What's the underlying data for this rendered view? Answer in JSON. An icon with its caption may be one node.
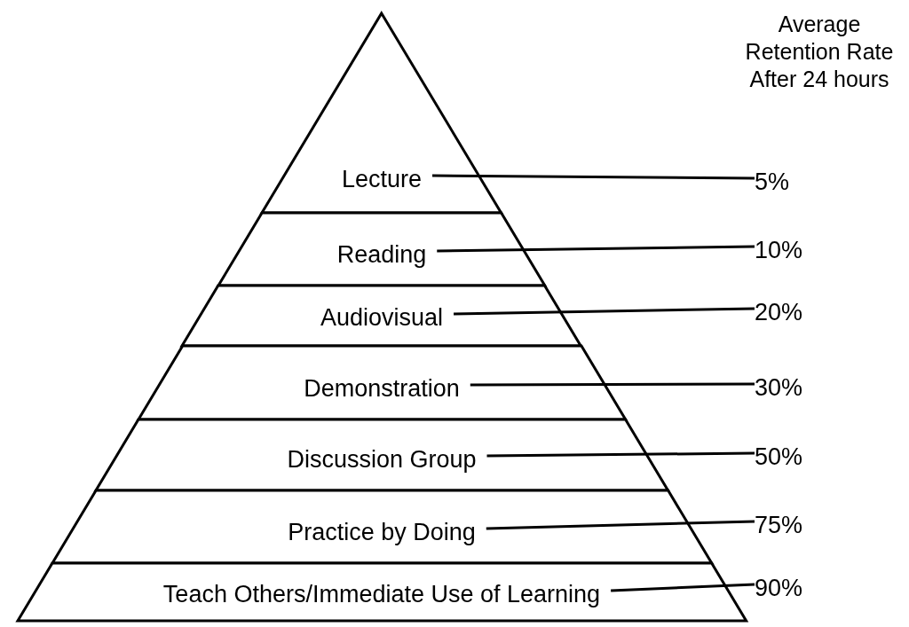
{
  "diagram": {
    "nodes": [
      {
        "text": [
          "Lecture"
        ]
      },
      {
        "text": [
          "Reading"
        ]
      },
      {
        "text": [
          "Audiovisual"
        ]
      },
      {
        "text": [
          "Demonstration"
        ]
      },
      {
        "text": [
          "Discussion Group"
        ]
      },
      {
        "text": [
          "Practice by Doing"
        ]
      },
      {
        "text": [
          "Teach Others/Immediate Use of Learning"
        ]
      },
      {
        "text": [
          "5%"
        ]
      },
      {
        "text": [
          "10%"
        ]
      },
      {
        "text": [
          "20%"
        ]
      },
      {
        "text": [
          "30%"
        ]
      },
      {
        "text": [
          "50%"
        ]
      },
      {
        "text": [
          "75%"
        ]
      },
      {
        "text": [
          "90%"
        ]
      }
    ],
    "edges": [
      {
        "from": 0,
        "to": 7,
        "arrow": "none"
      },
      {
        "from": 1,
        "to": 8,
        "arrow": "none"
      },
      {
        "from": 2,
        "to": 9,
        "arrow": "none"
      },
      {
        "from": 3,
        "to": 10,
        "arrow": "none"
      },
      {
        "from": 4,
        "to": 11,
        "arrow": "none"
      },
      {
        "from": 5,
        "to": 12,
        "arrow": "none"
      },
      {
        "from": 6,
        "to": 13,
        "arrow": "none"
      }
    ],
    "labels": [
      "Average Retention Rate After 24 hours"
    ]
  }
}
